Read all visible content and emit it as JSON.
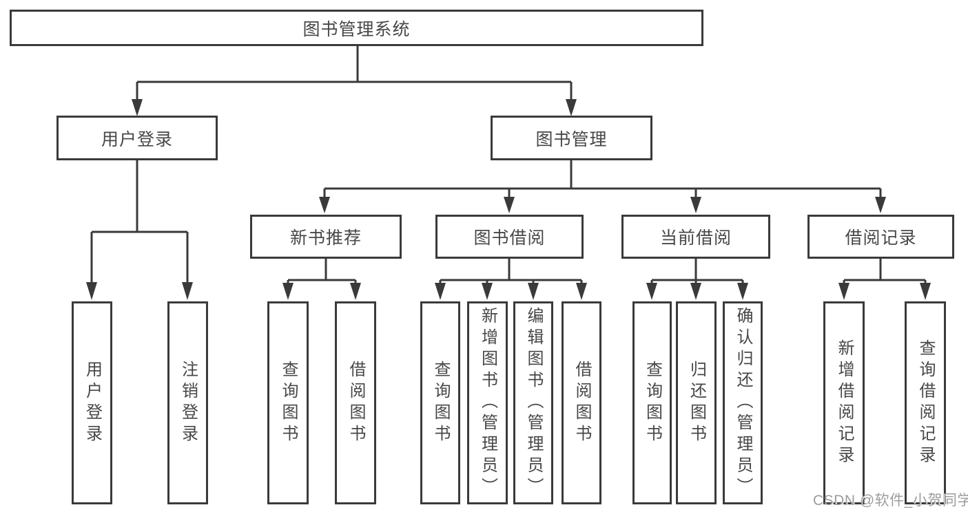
{
  "tree": {
    "label": "图书管理系统",
    "children": [
      {
        "label": "用户登录",
        "children": [
          {
            "label": "用户登录"
          },
          {
            "label": "注销登录"
          }
        ]
      },
      {
        "label": "图书管理",
        "children": [
          {
            "label": "新书推荐",
            "children": [
              {
                "label": "查询图书"
              },
              {
                "label": "借阅图书"
              }
            ]
          },
          {
            "label": "图书借阅",
            "children": [
              {
                "label": "查询图书"
              },
              {
                "label": "新增图书（管理员）"
              },
              {
                "label": "编辑图书（管理员）"
              },
              {
                "label": "借阅图书"
              }
            ]
          },
          {
            "label": "当前借阅",
            "children": [
              {
                "label": "查询图书"
              },
              {
                "label": "归还图书"
              },
              {
                "label": "确认归还（管理员）"
              }
            ]
          },
          {
            "label": "借阅记录",
            "children": [
              {
                "label": "新增借阅记录"
              },
              {
                "label": "查询借阅记录"
              }
            ]
          }
        ]
      }
    ]
  },
  "watermark": {
    "text": "CSDN @软件_小贺同学"
  },
  "colors": {
    "line": "#3a3a3a",
    "text": "#474747",
    "background": "#ffffff",
    "watermark": "#9c9c9c"
  }
}
